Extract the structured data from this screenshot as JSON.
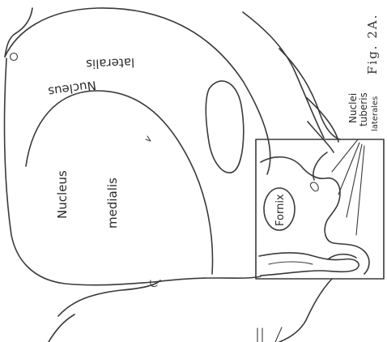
{
  "figure": {
    "caption": "Fig. 2A.",
    "labels": {
      "nucleus_lateralis_line1": "Nucleus",
      "nucleus_lateralis_line2": "lateralis",
      "nucleus_medialis_line1": "Nucleus",
      "nucleus_medialis_line2": "medialis",
      "fornix": "Fornix",
      "nuclei_tuberis_line1": "Nuclei",
      "nuclei_tuberis_line2": "tuberis",
      "nuclei_tuberis_line3": "laterales"
    }
  }
}
